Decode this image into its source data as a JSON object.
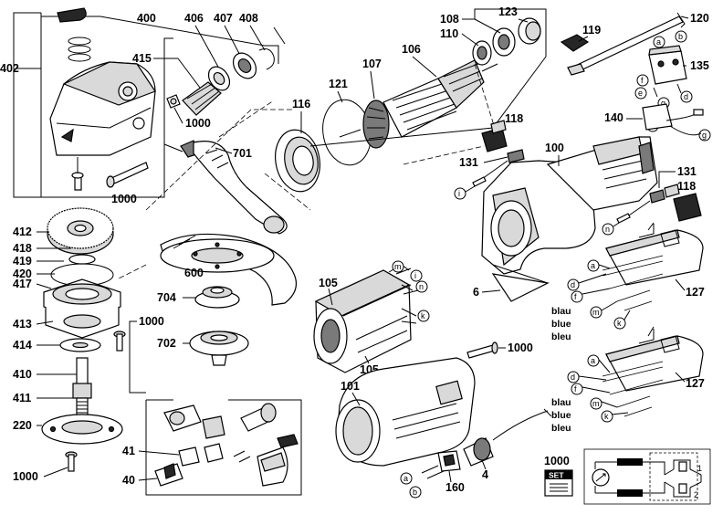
{
  "labels": {
    "n400": "400",
    "n406": "406",
    "n407": "407",
    "n408": "408",
    "n402": "402",
    "n415": "415",
    "n1000a": "1000",
    "n1000b": "1000",
    "n1000c": "1000",
    "n1000d": "1000",
    "n1000e": "1000",
    "n1000f": "1000",
    "n106": "106",
    "n107": "107",
    "n108": "108",
    "n110": "110",
    "n123": "123",
    "n121": "121",
    "n116": "116",
    "n119": "119",
    "n120": "120",
    "n135": "135",
    "n140": "140",
    "n118a": "118",
    "n118b": "118",
    "n131a": "131",
    "n131b": "131",
    "n100": "100",
    "n701": "701",
    "n412": "412",
    "n418": "418",
    "n419": "419",
    "n420": "420",
    "n417": "417",
    "n413": "413",
    "n414": "414",
    "n410": "410",
    "n411": "411",
    "n220": "220",
    "n600": "600",
    "n704": "704",
    "n702": "702",
    "n105a": "105",
    "n105b": "105",
    "n101": "101",
    "n6": "6",
    "n127a": "127",
    "n127b": "127",
    "n41": "41",
    "n40": "40",
    "n160": "160",
    "n4": "4"
  },
  "letters": {
    "a1": "a",
    "b1": "b",
    "e1": "e",
    "f1": "f",
    "d1": "d",
    "g1": "g",
    "e2": "e",
    "g2": "g",
    "i1": "i",
    "n1": "n",
    "m1": "m",
    "i2": "i",
    "n2": "n",
    "k1": "k",
    "a2": "a",
    "d2": "d",
    "f2": "f",
    "m2": "m",
    "k2": "k",
    "a3": "a",
    "d3": "d",
    "f3": "f",
    "m3": "m",
    "k3": "k",
    "a4": "a",
    "b4": "b"
  },
  "colors": {
    "c1a": "blau",
    "c1b": "blue",
    "c1c": "bleu",
    "c2a": "blau",
    "c2b": "blue",
    "c2c": "bleu"
  },
  "set_label": "SET",
  "schematic": {
    "n1": "1",
    "n2": "2"
  }
}
